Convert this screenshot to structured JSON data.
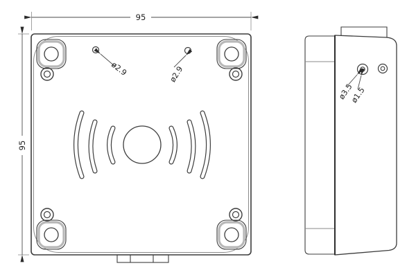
{
  "drawing": {
    "type": "engineering-drawing",
    "views": [
      "front-view",
      "side-view"
    ],
    "front_view": {
      "dim_width": "95",
      "dim_height": "95",
      "hole_left_label": "ø2.9",
      "hole_right_label": "ø2.9",
      "features": [
        "corner-screw-bosses",
        "mounting-hole-rings",
        "speaker-wave-emblem",
        "bottom-cable-tab"
      ]
    },
    "side_view": {
      "hole_outer_label": "ø3.5",
      "hole_inner_label": "ø1.5",
      "features": [
        "back-plate",
        "top-tab",
        "two-side-holes"
      ]
    },
    "colors": {
      "background": "#ffffff",
      "main_line": "#3c3c3c",
      "thin_line": "#8a8a8a",
      "boss_shade": "#b8b8b8",
      "text": "#1f1f1f"
    }
  }
}
